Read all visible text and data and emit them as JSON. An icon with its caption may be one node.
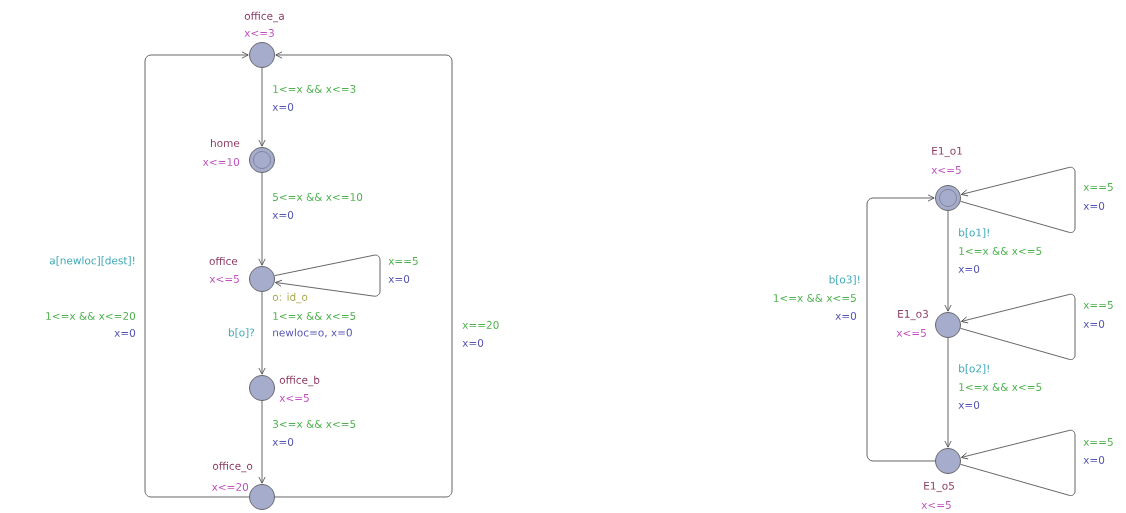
{
  "diagram": {
    "nodes": [
      {
        "text": [
          "office_a",
          "x<=3"
        ]
      },
      {
        "text": [
          "home",
          "x<=10"
        ]
      },
      {
        "text": [
          "office",
          "x<=5"
        ]
      },
      {
        "text": [
          "office_b",
          "x<=5"
        ]
      },
      {
        "text": [
          "office_o",
          "x<=20"
        ]
      },
      {
        "text": [
          "E1_o1",
          "x<=5"
        ]
      },
      {
        "text": [
          "E1_o3",
          "x<=5"
        ]
      },
      {
        "text": [
          "E1_o5",
          "x<=5"
        ]
      }
    ],
    "edges": [
      {
        "from": 0,
        "to": 1,
        "arrow": "to",
        "label": [
          "1<=x && x<=3",
          "x=0"
        ]
      },
      {
        "from": 1,
        "to": 2,
        "arrow": "to",
        "label": [
          "5<=x && x<=10",
          "x=0"
        ]
      },
      {
        "from": 2,
        "to": 2,
        "arrow": "to",
        "label": [
          "x==5",
          "x=0"
        ]
      },
      {
        "from": 2,
        "to": 3,
        "arrow": "to",
        "label": [
          "o: id_o",
          "b[o]?",
          "1<=x && x<=5",
          "newloc=o, x=0"
        ]
      },
      {
        "from": 3,
        "to": 4,
        "arrow": "to",
        "label": [
          "3<=x && x<=5",
          "x=0"
        ]
      },
      {
        "from": 4,
        "to": 0,
        "arrow": "to",
        "label": [
          "a[newloc][dest]!",
          "1<=x && x<=20",
          "x=0"
        ]
      },
      {
        "from": 4,
        "to": 0,
        "arrow": "to",
        "label": [
          "x==20",
          "x=0"
        ]
      },
      {
        "from": 5,
        "to": 5,
        "arrow": "to",
        "label": [
          "x==5",
          "x=0"
        ]
      },
      {
        "from": 5,
        "to": 6,
        "arrow": "to",
        "label": [
          "b[o1]!",
          "1<=x && x<=5",
          "x=0"
        ]
      },
      {
        "from": 6,
        "to": 6,
        "arrow": "to",
        "label": [
          "x==5",
          "x=0"
        ]
      },
      {
        "from": 6,
        "to": 7,
        "arrow": "to",
        "label": [
          "b[o2]!",
          "1<=x && x<=5",
          "x=0"
        ]
      },
      {
        "from": 7,
        "to": 7,
        "arrow": "to",
        "label": [
          "x==5",
          "x=0"
        ]
      },
      {
        "from": 7,
        "to": 5,
        "arrow": "to",
        "label": [
          "b[o3]!",
          "1<=x && x<=5",
          "x=0"
        ]
      }
    ]
  }
}
